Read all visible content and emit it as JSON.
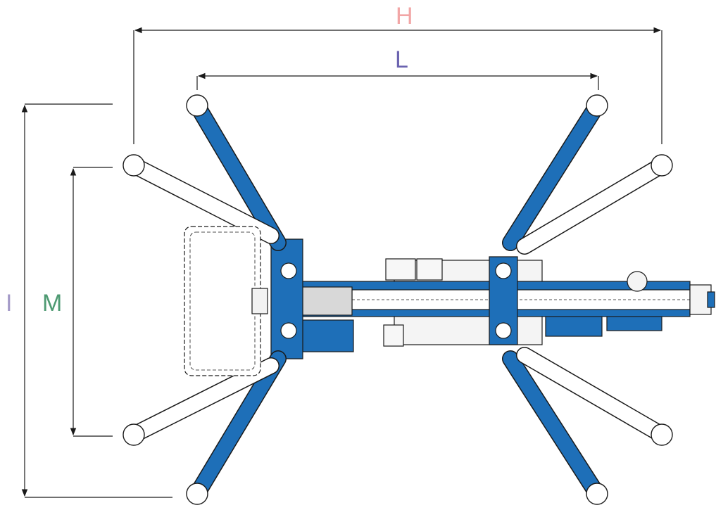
{
  "dimensions": {
    "H": {
      "label": "H",
      "color": "#f2a6a6"
    },
    "L": {
      "label": "L",
      "color": "#6b63b0"
    },
    "I": {
      "label": "I",
      "color": "#a49ac8"
    },
    "M": {
      "label": "M",
      "color": "#4e9a72"
    }
  },
  "colors": {
    "machine_blue": "#1e6fb8",
    "machine_dark": "#1a5fa0",
    "outline": "#1a1a1a",
    "dimension_line": "#1a1a1a",
    "light_fill": "#f2f2f2"
  }
}
